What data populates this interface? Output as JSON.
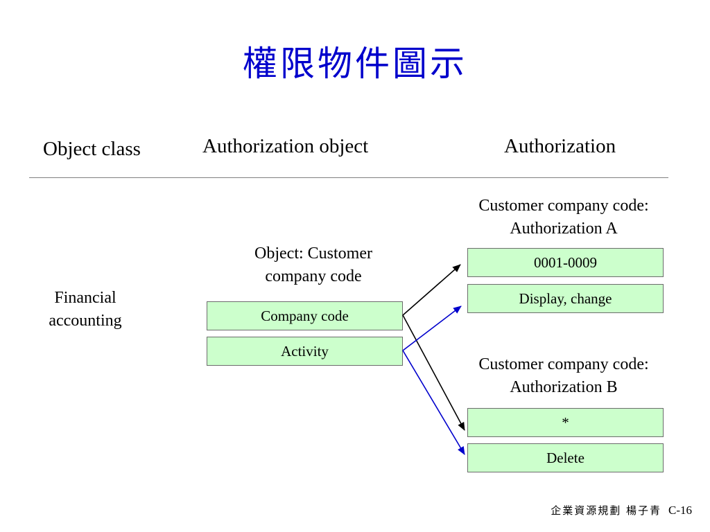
{
  "title": "權限物件圖示",
  "headers": {
    "object_class": "Object class",
    "authorization_object": "Authorization object",
    "authorization": "Authorization"
  },
  "object_class_value": {
    "line1": "Financial",
    "line2": "accounting"
  },
  "authorization_object": {
    "caption_line1": "Object: Customer",
    "caption_line2": "company code",
    "fields": [
      "Company code",
      "Activity"
    ]
  },
  "authorizations": [
    {
      "caption_line1": "Customer company code:",
      "caption_line2": "Authorization A",
      "values": [
        "0001-0009",
        "Display, change"
      ]
    },
    {
      "caption_line1": "Customer company code:",
      "caption_line2": "Authorization B",
      "values": [
        "*",
        "Delete"
      ]
    }
  ],
  "colors": {
    "title": "#0000cc",
    "box_fill": "#ccffcc",
    "arrow_company_code": "#000000",
    "arrow_activity": "#0000cc"
  },
  "footer": {
    "author": "企業資源規劃 楊子青",
    "page": "C-16"
  }
}
